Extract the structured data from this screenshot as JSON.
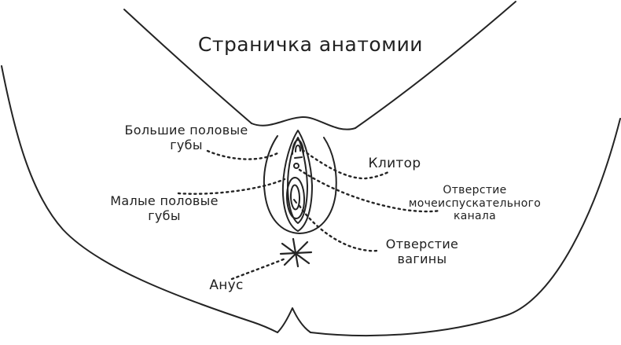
{
  "page": {
    "background": "#ffffff",
    "ink_color": "#242424"
  },
  "title": "Страничка анатомии",
  "labels": {
    "labia_majora": "Большие половые\nгубы",
    "labia_minora": "Малые половые\nгубы",
    "clitoris": "Клитор",
    "urethral_opening": "Отверстие\nмочеиспускательного\nканала",
    "vaginal_opening": "Отверстие\nвагины",
    "anus": "Анус"
  }
}
